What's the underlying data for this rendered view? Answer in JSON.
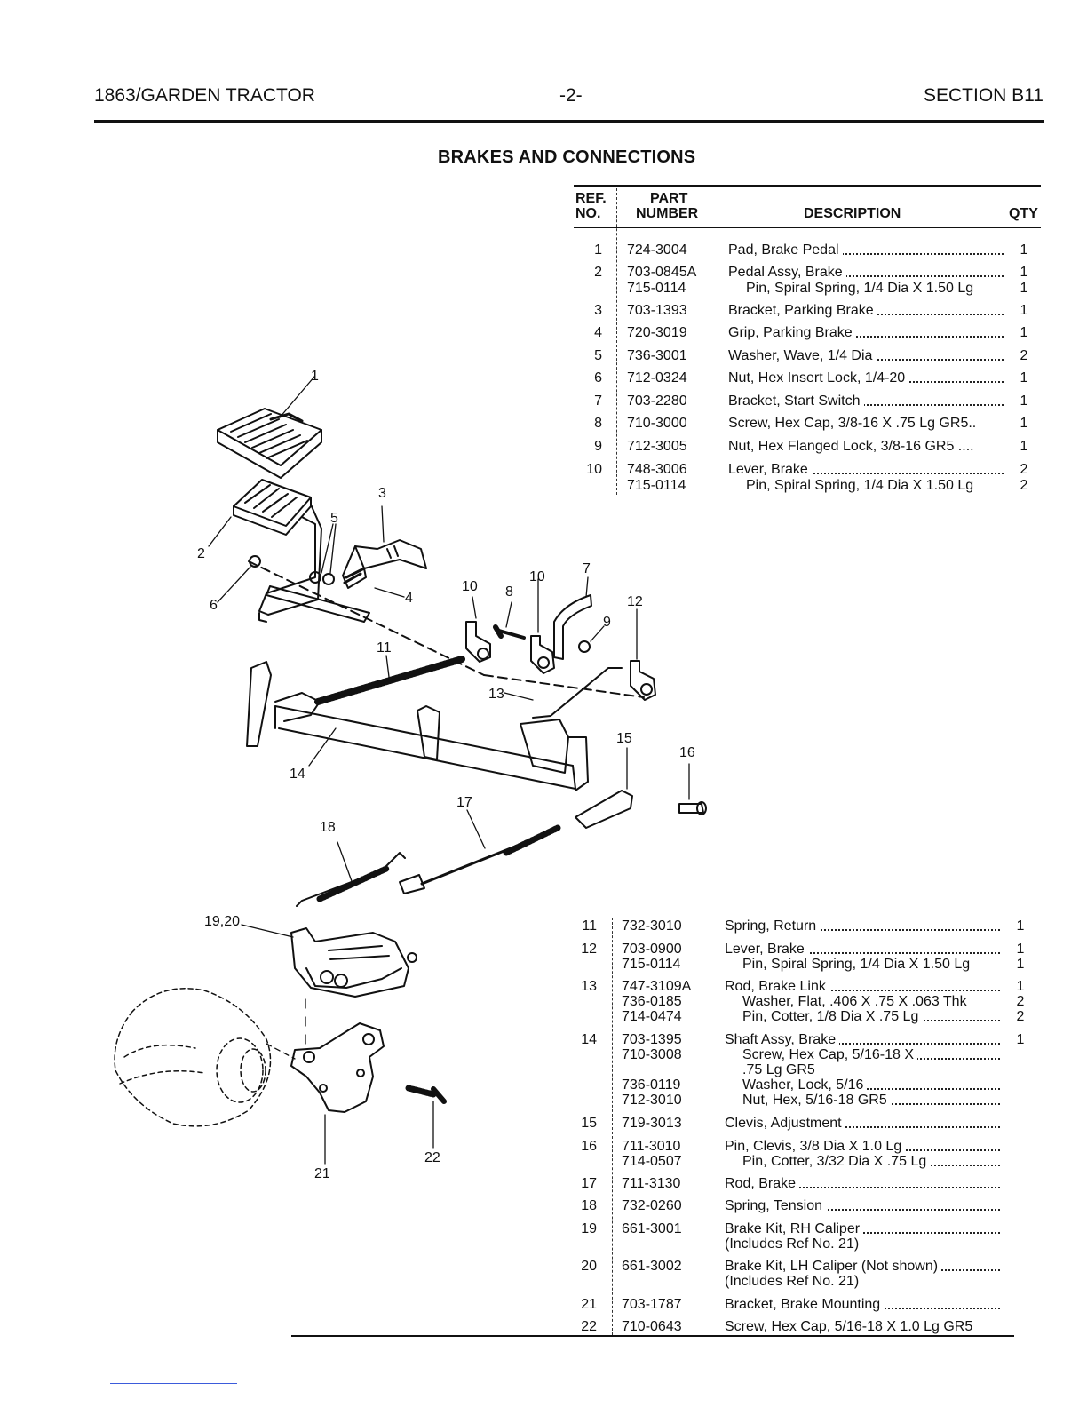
{
  "header": {
    "left": "1863/GARDEN TRACTOR",
    "center": "-2-",
    "right": "SECTION B11"
  },
  "title": "BRAKES AND CONNECTIONS",
  "columns": {
    "ref_line1": "REF.",
    "ref_line2": "NO.",
    "part_line1": "PART",
    "part_line2": "NUMBER",
    "description": "DESCRIPTION",
    "qty": "QTY"
  },
  "table_top": [
    {
      "ref": "1",
      "part": "724-3004",
      "desc": "Pad, Brake Pedal",
      "qty": "1",
      "indent": false,
      "dots": true
    },
    {
      "ref": "2",
      "part": "703-0845A",
      "desc": "Pedal Assy, Brake",
      "qty": "1",
      "indent": false,
      "dots": true
    },
    {
      "ref": "",
      "part": "715-0114",
      "desc": "Pin, Spiral Spring, 1/4 Dia X 1.50 Lg",
      "qty": "1",
      "indent": true,
      "dots": false
    },
    {
      "ref": "3",
      "part": "703-1393",
      "desc": "Bracket, Parking Brake",
      "qty": "1",
      "indent": false,
      "dots": true
    },
    {
      "ref": "4",
      "part": "720-3019",
      "desc": "Grip, Parking Brake",
      "qty": "1",
      "indent": false,
      "dots": true
    },
    {
      "ref": "5",
      "part": "736-3001",
      "desc": "Washer, Wave, 1/4 Dia",
      "qty": "2",
      "indent": false,
      "dots": true
    },
    {
      "ref": "6",
      "part": "712-0324",
      "desc": "Nut, Hex Insert Lock, 1/4-20",
      "qty": "1",
      "indent": false,
      "dots": true
    },
    {
      "ref": "7",
      "part": "703-2280",
      "desc": "Bracket, Start Switch",
      "qty": "1",
      "indent": false,
      "dots": true
    },
    {
      "ref": "8",
      "part": "710-3000",
      "desc": "Screw, Hex Cap, 3/8-16 X .75 Lg GR5..",
      "qty": "1",
      "indent": false,
      "dots": false
    },
    {
      "ref": "9",
      "part": "712-3005",
      "desc": "Nut, Hex Flanged Lock, 3/8-16 GR5 ....",
      "qty": "1",
      "indent": false,
      "dots": false
    },
    {
      "ref": "10",
      "part": "748-3006",
      "desc": "Lever, Brake",
      "qty": "2",
      "indent": false,
      "dots": true
    },
    {
      "ref": "",
      "part": "715-0114",
      "desc": "Pin, Spiral Spring, 1/4 Dia X 1.50 Lg",
      "qty": "2",
      "indent": true,
      "dots": false
    }
  ],
  "table_bottom": [
    {
      "ref": "11",
      "part": "732-3010",
      "desc": "Spring, Return",
      "qty": "1",
      "indent": false,
      "dots": true
    },
    {
      "ref": "12",
      "part": "703-0900",
      "desc": "Lever, Brake",
      "qty": "1",
      "indent": false,
      "dots": true
    },
    {
      "ref": "",
      "part": "715-0114",
      "desc": "Pin, Spiral Spring, 1/4 Dia X 1.50 Lg",
      "qty": "1",
      "indent": true,
      "dots": false
    },
    {
      "ref": "13",
      "part": "747-3109A",
      "desc": "Rod, Brake Link",
      "qty": "1",
      "indent": false,
      "dots": true
    },
    {
      "ref": "",
      "part": "736-0185",
      "desc": "Washer, Flat, .406 X .75 X .063 Thk",
      "qty": "2",
      "indent": true,
      "dots": false
    },
    {
      "ref": "",
      "part": "714-0474",
      "desc": "Pin, Cotter, 1/8 Dia X .75 Lg",
      "qty": "2",
      "indent": true,
      "dots": true
    },
    {
      "ref": "14",
      "part": "703-1395",
      "desc": "Shaft Assy, Brake",
      "qty": "1",
      "indent": false,
      "dots": true
    },
    {
      "ref": "",
      "part": "710-3008",
      "desc": "Screw, Hex Cap, 5/16-18 X",
      "qty": "",
      "indent": true,
      "dots": true
    },
    {
      "ref": "",
      "part": "",
      "desc": ".75 Lg GR5",
      "qty": "",
      "indent": true,
      "dots": false
    },
    {
      "ref": "",
      "part": "736-0119",
      "desc": "Washer, Lock, 5/16",
      "qty": "",
      "indent": true,
      "dots": true
    },
    {
      "ref": "",
      "part": "712-3010",
      "desc": "Nut, Hex, 5/16-18 GR5",
      "qty": "",
      "indent": true,
      "dots": true
    },
    {
      "ref": "15",
      "part": "719-3013",
      "desc": "Clevis, Adjustment",
      "qty": "",
      "indent": false,
      "dots": true
    },
    {
      "ref": "16",
      "part": "711-3010",
      "desc": "Pin, Clevis, 3/8 Dia X 1.0 Lg",
      "qty": "",
      "indent": false,
      "dots": true
    },
    {
      "ref": "",
      "part": "714-0507",
      "desc": "Pin, Cotter, 3/32 Dia X .75 Lg",
      "qty": "",
      "indent": true,
      "dots": true
    },
    {
      "ref": "17",
      "part": "711-3130",
      "desc": "Rod, Brake",
      "qty": "",
      "indent": false,
      "dots": true
    },
    {
      "ref": "18",
      "part": "732-0260",
      "desc": "Spring, Tension",
      "qty": "",
      "indent": false,
      "dots": true
    },
    {
      "ref": "19",
      "part": "661-3001",
      "desc": "Brake Kit, RH Caliper",
      "qty": "",
      "indent": false,
      "dots": true
    },
    {
      "ref": "",
      "part": "",
      "desc": "(Includes Ref No. 21)",
      "qty": "",
      "indent": false,
      "dots": false
    },
    {
      "ref": "20",
      "part": "661-3002",
      "desc": "Brake Kit, LH Caliper (Not shown)",
      "qty": "",
      "indent": false,
      "dots": true
    },
    {
      "ref": "",
      "part": "",
      "desc": "(Includes Ref No. 21)",
      "qty": "",
      "indent": false,
      "dots": false
    },
    {
      "ref": "21",
      "part": "703-1787",
      "desc": "Bracket, Brake Mounting",
      "qty": "",
      "indent": false,
      "dots": true
    },
    {
      "ref": "22",
      "part": "710-0643",
      "desc": "Screw, Hex Cap, 5/16-18 X 1.0 Lg GR5",
      "qty": "",
      "indent": false,
      "dots": false
    }
  ],
  "callouts": [
    "1",
    "2",
    "3",
    "4",
    "5",
    "6",
    "7",
    "8",
    "9",
    "10",
    "10",
    "11",
    "12",
    "13",
    "14",
    "15",
    "16",
    "17",
    "18",
    "19,20",
    "21",
    "22"
  ]
}
